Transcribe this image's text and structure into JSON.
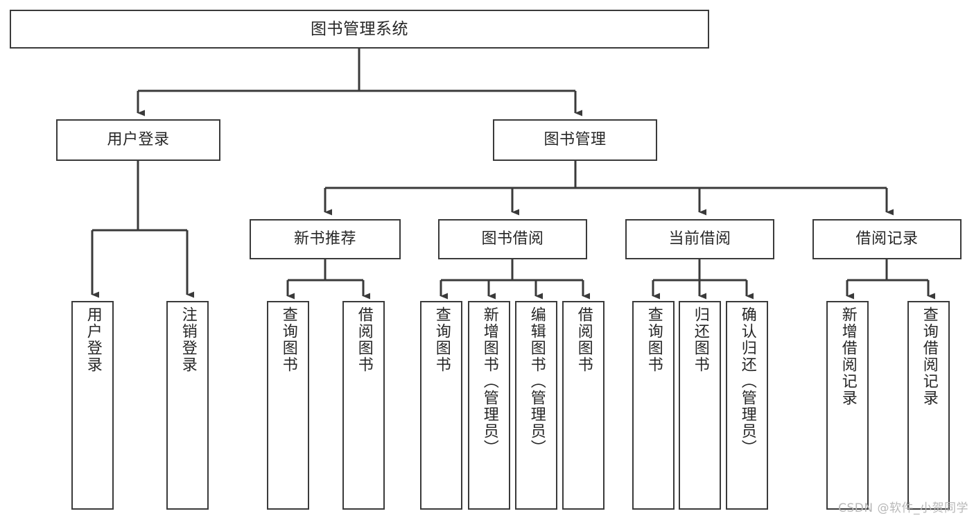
{
  "diagram": {
    "title": "图书管理系统",
    "type": "function-structure-tree",
    "watermark": "CSDN @软件_小贺同学",
    "colors": {
      "stroke": "#3a3a3a",
      "fill": "#ffffff",
      "text": "#262626",
      "watermark": "#b8b8b8"
    },
    "levels": {
      "level1": [
        "图书管理系统"
      ],
      "level2": [
        "用户登录",
        "图书管理"
      ],
      "level3": [
        "新书推荐",
        "图书借阅",
        "当前借阅",
        "借阅记录"
      ],
      "level4": [
        "用户登录",
        "注销登录",
        "查询图书",
        "借阅图书",
        "查询图书",
        "新增图书（管理员）",
        "编辑图书（管理员）",
        "借阅图书",
        "查询图书",
        "归还图书",
        "确认归还（管理员）",
        "新增借阅记录",
        "查询借阅记录"
      ]
    },
    "nodes": {
      "root": {
        "label": "图书管理系统"
      },
      "user_login": {
        "label": "用户登录"
      },
      "book_manage": {
        "label": "图书管理"
      },
      "new_book_rec": {
        "label": "新书推荐"
      },
      "book_borrow": {
        "label": "图书借阅"
      },
      "current_borrow": {
        "label": "当前借阅"
      },
      "borrow_record": {
        "label": "借阅记录"
      },
      "leaf_user_login": {
        "label": "用户登录"
      },
      "leaf_logout": {
        "label": "注销登录"
      },
      "leaf_query_book_1": {
        "label": "查询图书"
      },
      "leaf_borrow_book_1": {
        "label": "借阅图书"
      },
      "leaf_query_book_2": {
        "label": "查询图书"
      },
      "leaf_add_book": {
        "label": "新增图书（管理员）"
      },
      "leaf_edit_book": {
        "label": "编辑图书（管理员）"
      },
      "leaf_borrow_book_2": {
        "label": "借阅图书"
      },
      "leaf_query_book_3": {
        "label": "查询图书"
      },
      "leaf_return_book": {
        "label": "归还图书"
      },
      "leaf_confirm_return": {
        "label": "确认归还（管理员）"
      },
      "leaf_add_record": {
        "label": "新增借阅记录"
      },
      "leaf_query_record": {
        "label": "查询借阅记录"
      }
    }
  }
}
